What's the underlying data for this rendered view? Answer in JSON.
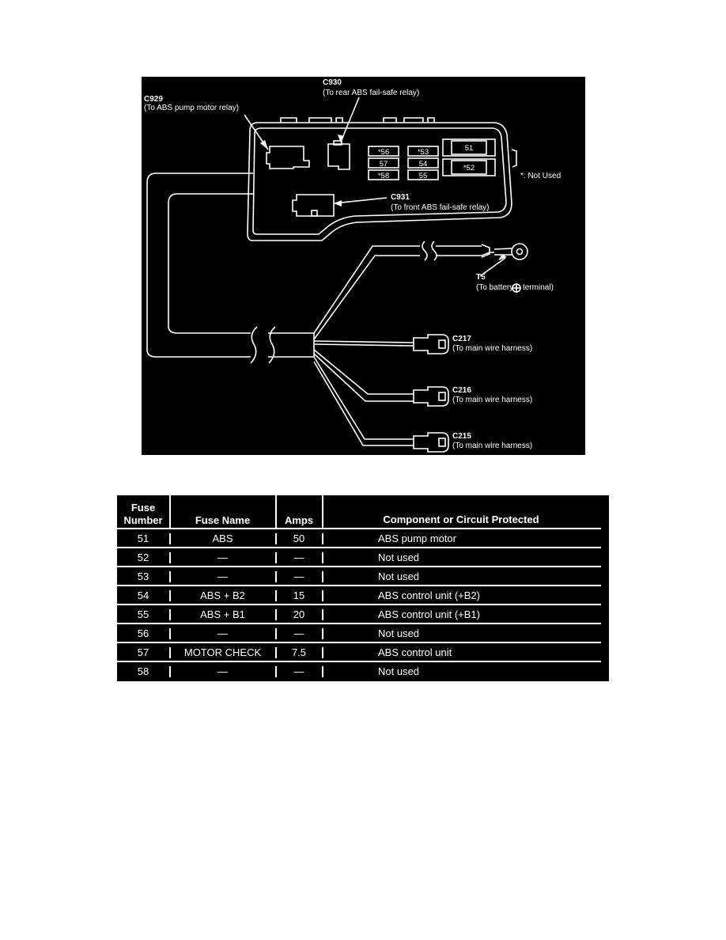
{
  "diagram": {
    "labels": {
      "c929_code": "C929",
      "c929_desc": "(To ABS pump motor relay)",
      "c930_code": "C930",
      "c930_desc": "(To rear ABS fail-safe relay)",
      "c931_code": "C931",
      "c931_desc": "(To front ABS fail-safe relay)",
      "not_used_note": "*: Not Used",
      "t5_code": "T5",
      "t5_desc_a": "(To battery",
      "t5_desc_b": "terminal)",
      "c217_code": "C217",
      "c217_desc": "(To main wire harness)",
      "c216_code": "C216",
      "c216_desc": "(To main wire harness)",
      "c215_code": "C215",
      "c215_desc": "(To main wire harness)"
    },
    "fuse_slots": {
      "f56": "*56",
      "f53": "*53",
      "f57": "57",
      "f54": "54",
      "f58": "*58",
      "f55": "55",
      "f51": "51",
      "f52": "*52"
    }
  },
  "table": {
    "headers": {
      "fuse_number_1": "Fuse",
      "fuse_number_2": "Number",
      "fuse_name": "Fuse Name",
      "amps": "Amps",
      "component": "Component or Circuit Protected"
    },
    "rows": [
      {
        "number": "51",
        "name": "ABS",
        "amps": "50",
        "component": "ABS pump motor"
      },
      {
        "number": "52",
        "name": "—",
        "amps": "—",
        "component": "Not used"
      },
      {
        "number": "53",
        "name": "—",
        "amps": "—",
        "component": "Not used"
      },
      {
        "number": "54",
        "name": "ABS + B2",
        "amps": "15",
        "component": "ABS control unit (+B2)"
      },
      {
        "number": "55",
        "name": "ABS + B1",
        "amps": "20",
        "component": "ABS control unit (+B1)"
      },
      {
        "number": "56",
        "name": "—",
        "amps": "—",
        "component": "Not used"
      },
      {
        "number": "57",
        "name": "MOTOR CHECK",
        "amps": "7.5",
        "component": "ABS control unit"
      },
      {
        "number": "58",
        "name": "—",
        "amps": "—",
        "component": "Not used"
      }
    ]
  }
}
